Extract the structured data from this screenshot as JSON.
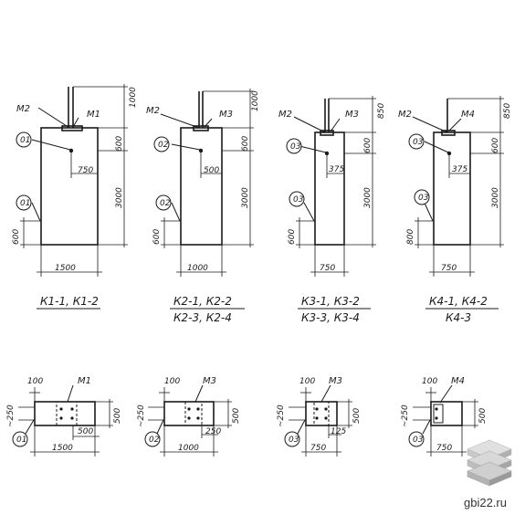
{
  "elevations": [
    {
      "marks": "М2",
      "plate": "М1",
      "ref_top": "01",
      "ref_bottom": "01",
      "dim_top": "1000",
      "dim_upper": "600",
      "dim_offset": "750",
      "dim_height": "3000",
      "dim_bottom": "600",
      "dim_width": "1500",
      "caption1": "К1-1, К1-2",
      "caption2": ""
    },
    {
      "marks": "М2",
      "plate": "М3",
      "ref_top": "02",
      "ref_bottom": "02",
      "dim_top": "1000",
      "dim_upper": "600",
      "dim_offset": "500",
      "dim_height": "3000",
      "dim_bottom": "600",
      "dim_width": "1000",
      "caption1": "К2-1, К2-2",
      "caption2": "К2-3, К2-4"
    },
    {
      "marks": "М2",
      "plate": "М3",
      "ref_top": "03",
      "ref_bottom": "03",
      "dim_top": "850",
      "dim_upper": "600",
      "dim_offset": "375",
      "dim_height": "3000",
      "dim_bottom": "600",
      "dim_width": "750",
      "caption1": "К3-1, К3-2",
      "caption2": "К3-3, К3-4"
    },
    {
      "marks": "М2",
      "plate": "М4",
      "ref_top": "03",
      "ref_bottom": "03",
      "dim_top": "850",
      "dim_upper": "600",
      "dim_offset": "375",
      "dim_height": "3000",
      "dim_bottom": "800",
      "dim_width": "750",
      "caption1": "К4-1, К4-2",
      "caption2": "К4-3"
    }
  ],
  "plans": [
    {
      "plate": "М1",
      "dim_100": "100",
      "dim_250": "~250",
      "dim_depth": "500",
      "dim_inner": "500",
      "dim_width": "1500",
      "ref": "01"
    },
    {
      "plate": "М3",
      "dim_100": "100",
      "dim_250": "~250",
      "dim_depth": "500",
      "dim_inner": "250",
      "dim_width": "1000",
      "ref": "02"
    },
    {
      "plate": "М3",
      "dim_100": "100",
      "dim_250": "~250",
      "dim_depth": "500",
      "dim_inner": "125",
      "dim_width": "750",
      "ref": "03"
    },
    {
      "plate": "М4",
      "dim_100": "100",
      "dim_250": "~250",
      "dim_depth": "500",
      "dim_inner": "",
      "dim_width": "750",
      "ref": "03"
    }
  ],
  "watermark": "gbi22.ru"
}
